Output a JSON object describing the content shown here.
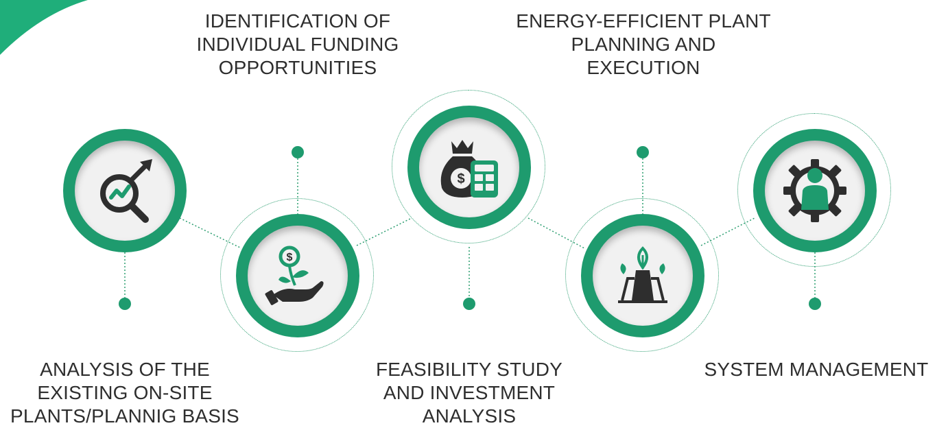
{
  "colors": {
    "accent": "#1e9b6e",
    "dark": "#2e2e2e",
    "core": "#f1f1f1"
  },
  "steps": [
    {
      "label": "ANALYSIS OF THE\nEXISTING ON-SITE\nPLANTS/PLANNIG BASIS",
      "icon": "chart-magnifier-icon"
    },
    {
      "label": "IDENTIFICATION OF\nINDIVIDUAL FUNDING\nOPPORTUNITIES",
      "icon": "money-plant-hand-icon"
    },
    {
      "label": "FEASIBILITY STUDY\nAND INVESTMENT\nANALYSIS",
      "icon": "money-bag-calculator-icon"
    },
    {
      "label": "ENERGY-EFFICIENT PLANT\nPLANNING AND\nEXECUTION",
      "icon": "plant-growth-icon"
    },
    {
      "label": "SYSTEM MANAGEMENT",
      "icon": "person-gear-icon"
    }
  ]
}
